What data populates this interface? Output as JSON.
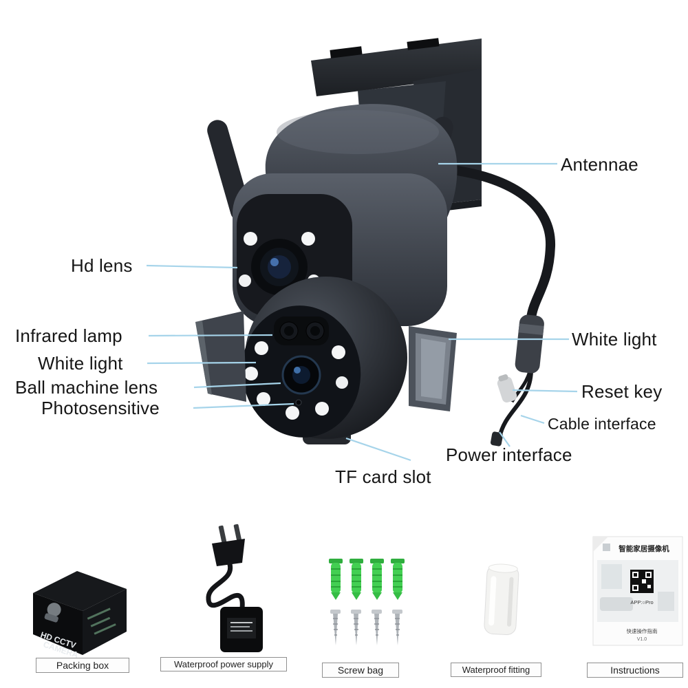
{
  "diagram": {
    "labels": {
      "antennae": "Antennae",
      "hd_lens": "Hd lens",
      "infrared_lamp": "Infrared lamp",
      "white_light_left": "White light",
      "ball_machine_lens": "Ball machine lens",
      "photosensitive": "Photosensitive",
      "white_light_right": "White light",
      "reset_key": "Reset key",
      "cable_interface": "Cable interface",
      "power_interface": "Power interface",
      "tf_card_slot": "TF card slot"
    },
    "colors": {
      "leader_line": "#a6d4ea",
      "label_text": "#161616",
      "background": "#ffffff"
    }
  },
  "packing_box": {
    "line1": "HD CCTV",
    "line2": "CAMERA"
  },
  "instructions": {
    "header": "智能家居摄像机",
    "app": "APP:○Pro",
    "footer": "快速操作指南",
    "version": "V1.0"
  },
  "accessories": [
    {
      "label": "Packing box"
    },
    {
      "label": "Waterproof power supply"
    },
    {
      "label": "Screw bag"
    },
    {
      "label": "Waterproof fitting"
    },
    {
      "label": "Instructions"
    }
  ]
}
